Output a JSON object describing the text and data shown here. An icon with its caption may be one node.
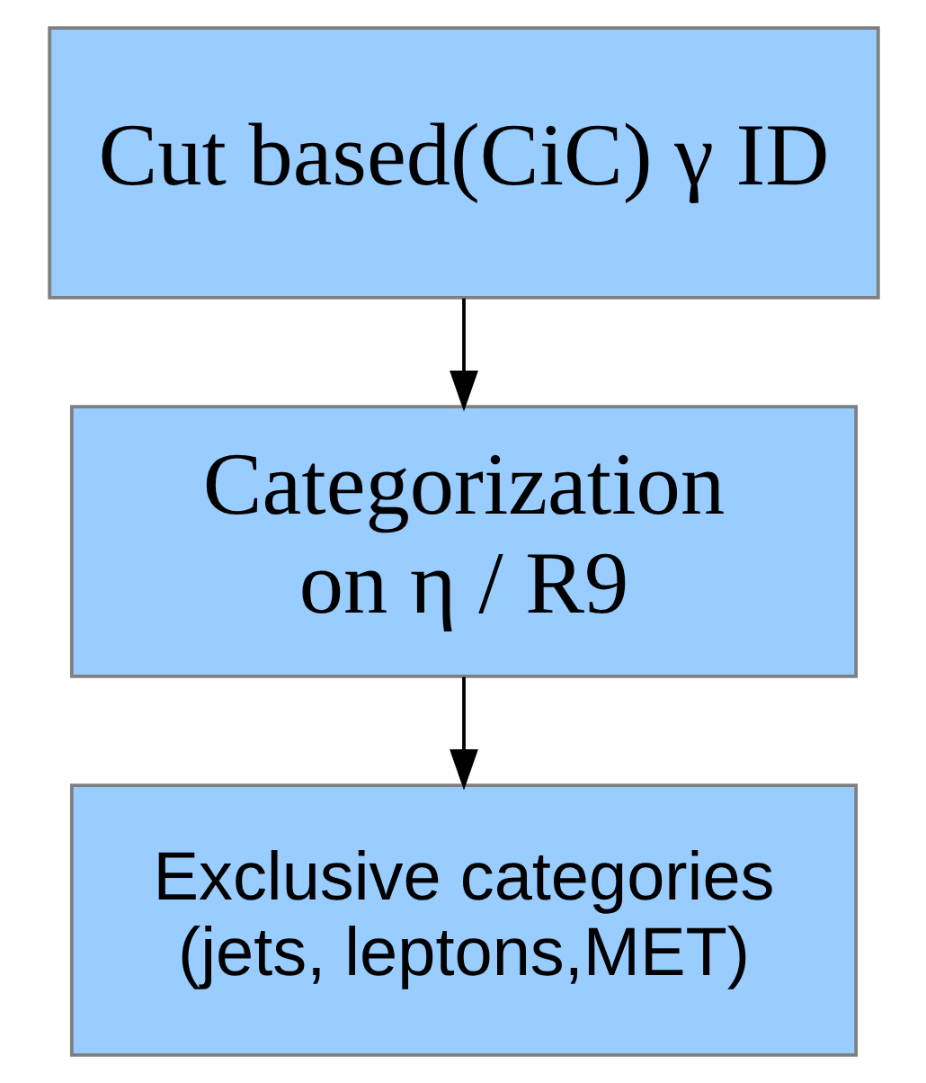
{
  "diagram": {
    "nodes": [
      {
        "text": [
          "Cut based(CiC) γ ID"
        ]
      },
      {
        "text": [
          "Categorization on η / R9"
        ]
      },
      {
        "text": [
          "Exclusive categories (jets, leptons,MET)"
        ]
      }
    ],
    "edges": [
      {
        "from": 0,
        "to": 1,
        "arrow": "to"
      },
      {
        "from": 1,
        "to": 2,
        "arrow": "to"
      }
    ]
  }
}
